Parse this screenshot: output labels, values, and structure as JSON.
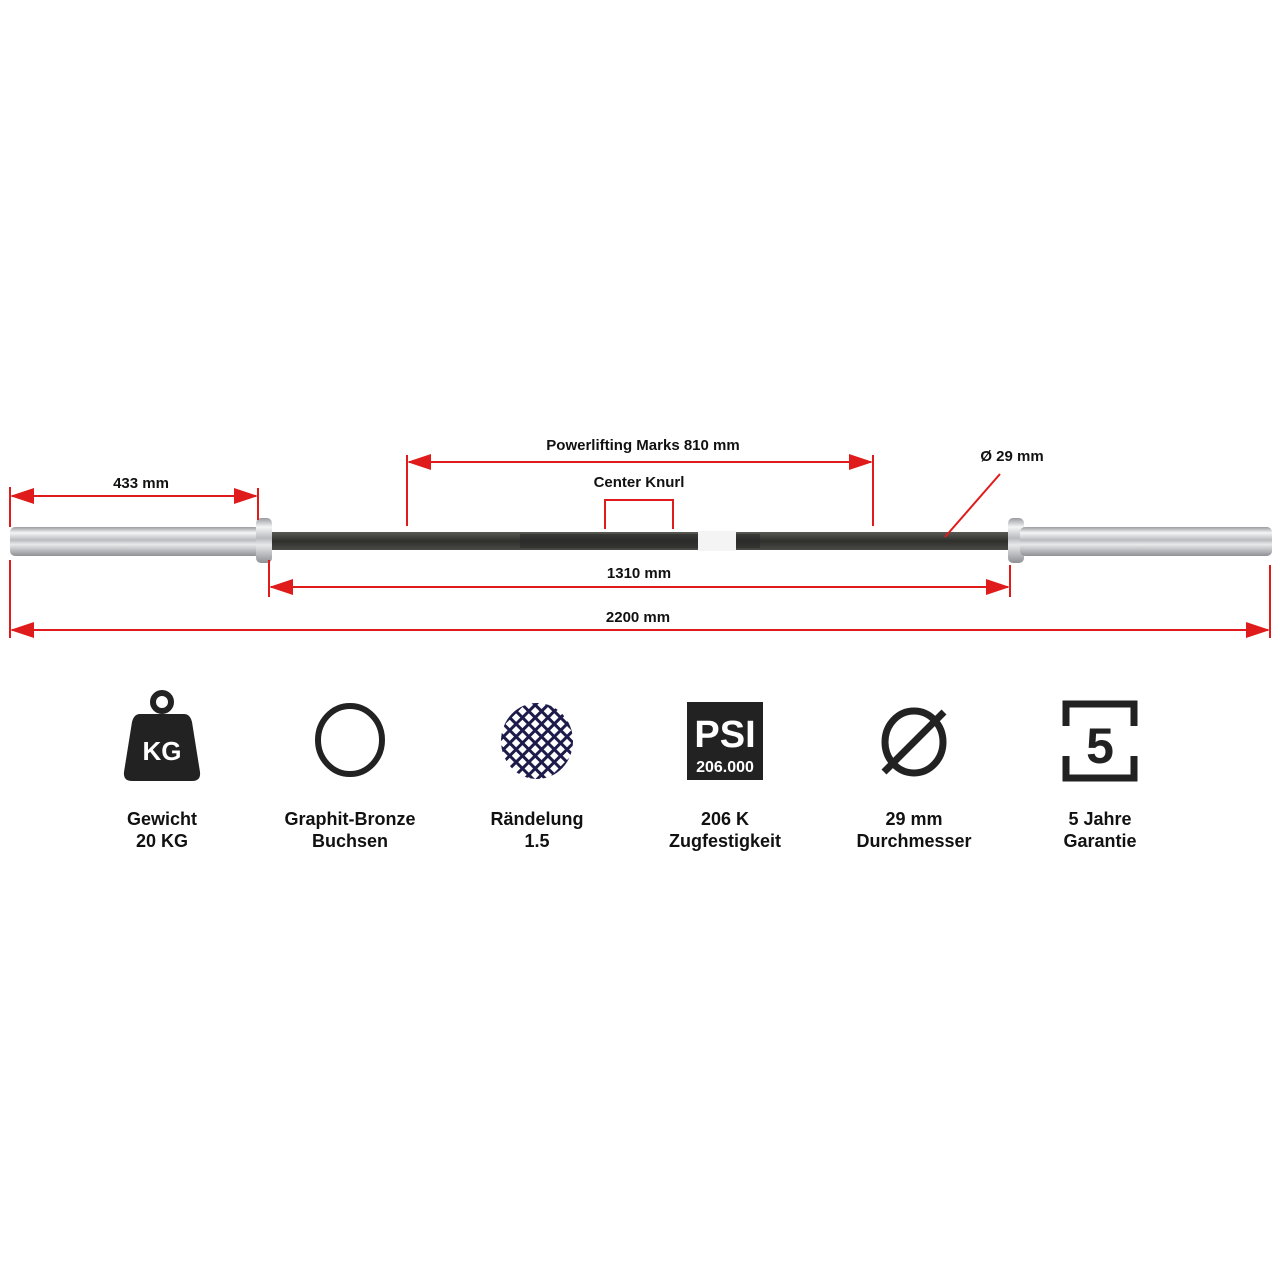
{
  "dimensions": {
    "sleeve": "433 mm",
    "powerlifting_marks": "Powerlifting Marks 810 mm",
    "center_knurl": "Center Knurl",
    "diameter": "Ø 29 mm",
    "inner_length": "1310 mm",
    "total_length": "2200 mm"
  },
  "colors": {
    "dimension_line": "#e01b1b",
    "shaft": "#3a3a36",
    "sleeve": "#c8c9cc"
  },
  "features": [
    {
      "icon": "weight-icon",
      "icon_text": "KG",
      "line1": "Gewicht",
      "line2": "20 KG"
    },
    {
      "icon": "ring-icon",
      "line1": "Graphit-Bronze",
      "line2": "Buchsen"
    },
    {
      "icon": "knurling-icon",
      "line1": "Rändelung",
      "line2": "1.5"
    },
    {
      "icon": "psi-icon",
      "icon_text": "PSI",
      "icon_subtext": "206.000",
      "line1": "206 K",
      "line2": "Zugfestigkeit"
    },
    {
      "icon": "diameter-icon",
      "line1": "29 mm",
      "line2": "Durchmesser"
    },
    {
      "icon": "warranty-5-icon",
      "icon_text": "5",
      "line1": "5 Jahre",
      "line2": "Garantie"
    }
  ]
}
